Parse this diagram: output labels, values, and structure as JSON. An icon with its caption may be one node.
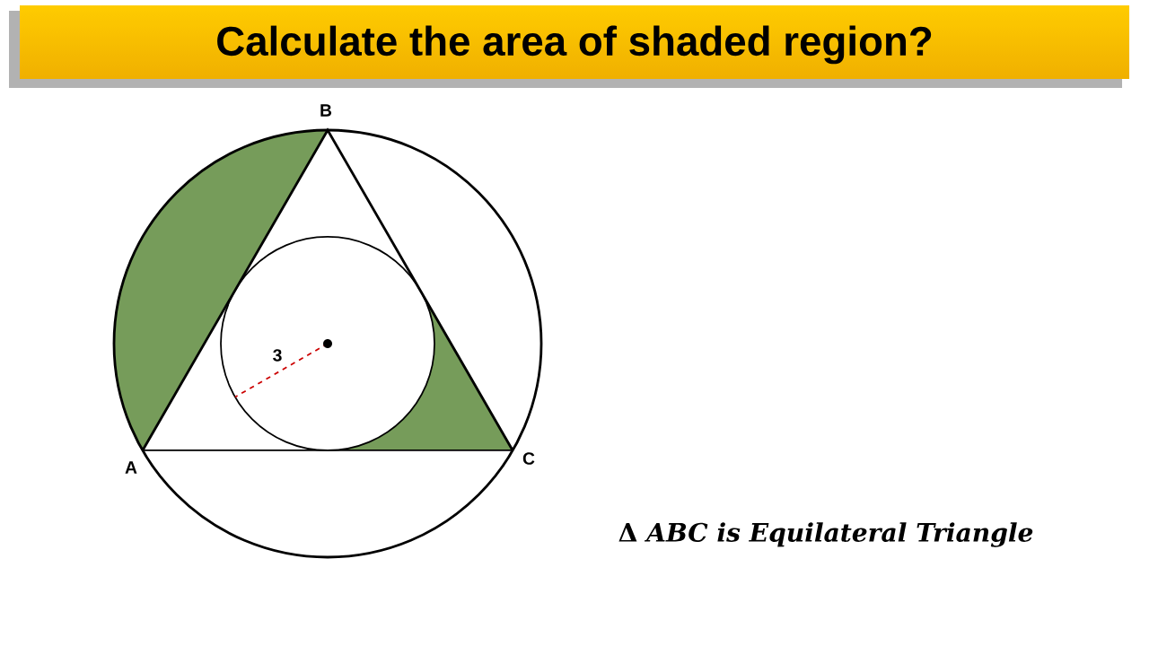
{
  "diagram": {
    "title": "Calculate the area of shaded region?",
    "labels": [
      "B",
      "3",
      "A",
      "C",
      "Δ *ABC is Equilateral Triangle*"
    ]
  }
}
